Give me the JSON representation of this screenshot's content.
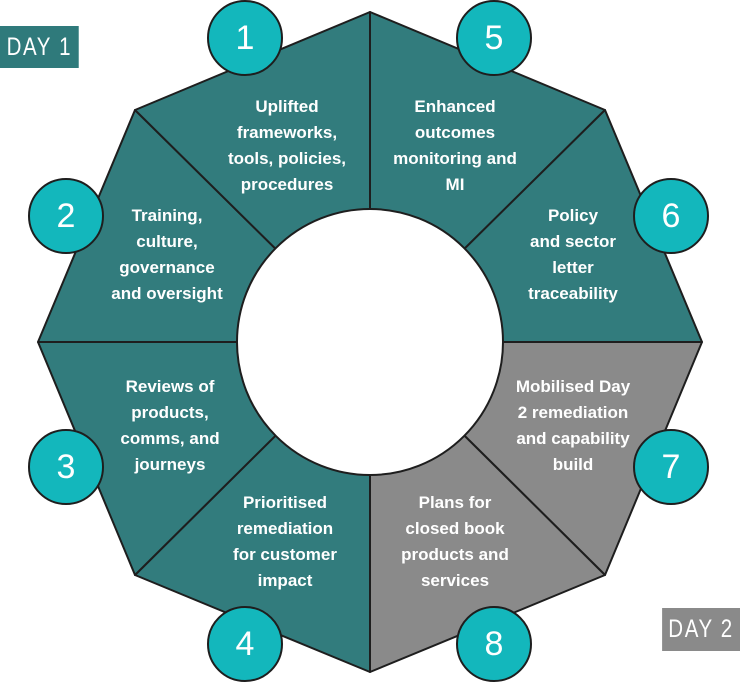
{
  "tags": {
    "day1": "DAY 1",
    "day2": "DAY 2"
  },
  "colors": {
    "teal": "#327c7d",
    "grey": "#8a8a8a",
    "badge": "#13b7bc",
    "outline": "#1e1e1e"
  },
  "segments": [
    {
      "number": "1",
      "label": "Uplifted\nframeworks,\ntools, policies,\nprocedures",
      "phase": "day1"
    },
    {
      "number": "2",
      "label": "Training,\nculture,\ngovernance\nand oversight",
      "phase": "day1"
    },
    {
      "number": "3",
      "label": "Reviews of\nproducts,\ncomms, and\njourneys",
      "phase": "day1"
    },
    {
      "number": "4",
      "label": "Prioritised\nremediation\nfor customer\nimpact",
      "phase": "day1"
    },
    {
      "number": "5",
      "label": "Enhanced\noutcomes\nmonitoring and\nMI",
      "phase": "day1"
    },
    {
      "number": "6",
      "label": "Policy\nand sector\nletter\ntraceability",
      "phase": "day1"
    },
    {
      "number": "7",
      "label": "Mobilised Day\n2 remediation\nand capability\nbuild",
      "phase": "day2"
    },
    {
      "number": "8",
      "label": "Plans for\nclosed book\nproducts and\nservices",
      "phase": "day2"
    }
  ]
}
